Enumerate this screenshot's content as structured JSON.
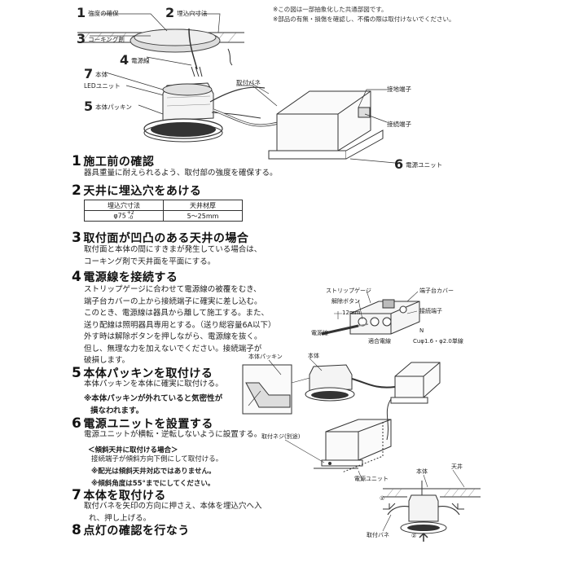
{
  "notes": [
    "※この図は一部抽象化した共通部図です。",
    "※部品の有無・損傷を確認し、不備の際は取付けないでください。"
  ],
  "callouts": [
    {
      "num": "1",
      "text": "強度の確保"
    },
    {
      "num": "2",
      "text": "埋込穴寸法"
    },
    {
      "num": "3",
      "text": "コーキング剤"
    },
    {
      "num": "4",
      "text": "電源線"
    },
    {
      "num": "7",
      "text": "本体"
    },
    {
      "num": "",
      "text": "LEDユニット"
    },
    {
      "num": "5",
      "text": "本体パッキン"
    },
    {
      "num": "",
      "text": "取付バネ"
    },
    {
      "num": "",
      "text": "接地端子"
    },
    {
      "num": "",
      "text": "接続端子"
    },
    {
      "num": "6",
      "text": "電源ユニット"
    }
  ],
  "sections": [
    {
      "num": "1",
      "title": "施工前の確認",
      "lines": [
        "器具重量に耐えられるよう、取付部の強度を確保する。"
      ]
    },
    {
      "num": "2",
      "title": "天井に埋込穴をあける",
      "table": {
        "headers": [
          "埋込穴寸法",
          "天井材厚"
        ],
        "row": [
          "φ75",
          "5〜25mm"
        ],
        "tol_plus": "+2",
        "tol_minus": "-0"
      }
    },
    {
      "num": "3",
      "title": "取付面が凹凸のある天井の場合",
      "lines": [
        "取付面と本体の間にすきまが発生している場合は、",
        "コーキング剤で天井面を平面にする。"
      ]
    },
    {
      "num": "4",
      "title": "電源線を接続する",
      "lines": [
        "ストリップゲージに合わせて電源線の被覆をむき、",
        "端子台カバーの上から接続端子に確実に差し込む。",
        "このとき、電源線は器具から離して施工する。また、",
        "送り配線は照明器具専用とする。（送り総容量6A以下）",
        "外す時は解除ボタンを押しながら、電源線を抜く。",
        "但し、無理な力を加えないでください。接続端子が",
        "破損します。"
      ]
    },
    {
      "num": "5",
      "title": "本体パッキンを取付ける",
      "lines": [
        "本体パッキンを本体に確実に取付ける。"
      ],
      "warn": [
        "※本体パッキンが外れていると気密性が",
        "損なわれます。"
      ]
    },
    {
      "num": "6",
      "title": "電源ユニットを設置する",
      "lines": [
        "電源ユニットが横転・逆転しないように設置する。"
      ],
      "sub": "＜傾斜天井に取付ける場合＞",
      "sub_lines": [
        "接続端子が傾斜方向下側にして取付ける。"
      ],
      "warn": [
        "※配光は傾斜天井対応ではありません。",
        "※傾斜角度は55°までにしてください。"
      ]
    },
    {
      "num": "7",
      "title": "本体を取付ける",
      "lines": [
        "取付バネを矢印の方向に押さえ、本体を埋込穴へ入",
        "れ、押し上げる。"
      ]
    },
    {
      "num": "8",
      "title": "点灯の確認を行なう",
      "lines": []
    }
  ],
  "fig4": {
    "labels": [
      "ストリップゲージ",
      "端子台カバー",
      "解除ボタン",
      "接続端子",
      "12mm",
      "電源線",
      "適合電線",
      "N",
      "Cuφ1.6・φ2.0単線"
    ]
  },
  "fig5": {
    "labels": [
      "本体パッキン",
      "本体"
    ]
  },
  "fig6": {
    "labels": [
      "取付ネジ(別途)",
      "電源ユニット"
    ]
  },
  "fig7": {
    "labels": [
      "本体",
      "天井",
      "取付バネ",
      "①",
      "②"
    ]
  }
}
